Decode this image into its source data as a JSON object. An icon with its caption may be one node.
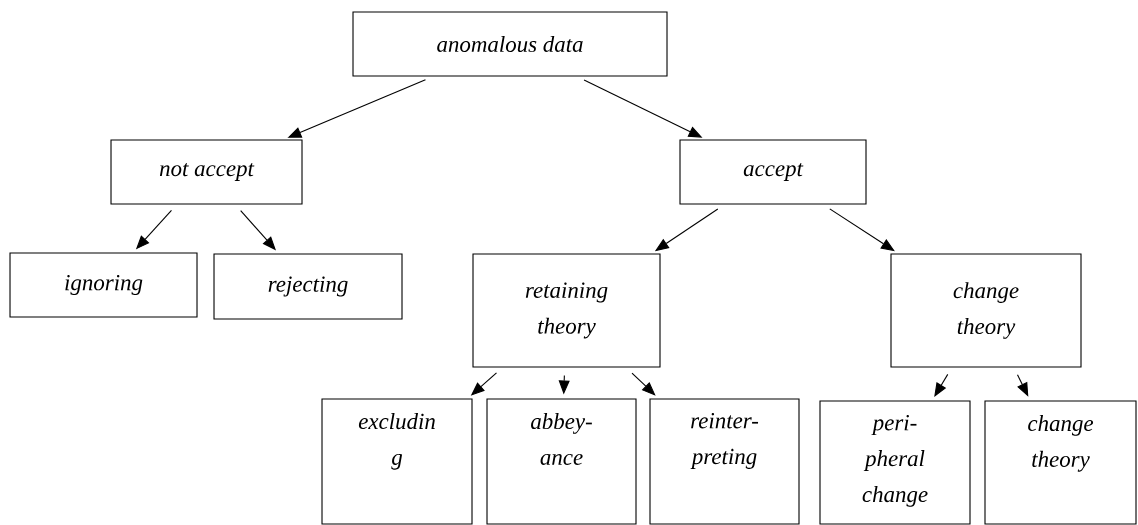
{
  "diagram": {
    "nodes": [
      {
        "text": [
          "anomalous data"
        ]
      },
      {
        "text": [
          "not accept"
        ]
      },
      {
        "text": [
          "accept"
        ]
      },
      {
        "text": [
          "ignoring"
        ]
      },
      {
        "text": [
          "rejecting"
        ]
      },
      {
        "text": [
          "retaining theory"
        ]
      },
      {
        "text": [
          "change theory"
        ]
      },
      {
        "text": [
          "excludin g"
        ]
      },
      {
        "text": [
          "abbey- ance"
        ]
      },
      {
        "text": [
          "reinter- preting"
        ]
      },
      {
        "text": [
          "peri- pheral change"
        ]
      },
      {
        "text": [
          "change theory"
        ]
      }
    ],
    "edges": [
      {
        "from": 0,
        "to": 1,
        "arrow": "to"
      },
      {
        "from": 0,
        "to": 2,
        "arrow": "to"
      },
      {
        "from": 1,
        "to": 3,
        "arrow": "to"
      },
      {
        "from": 1,
        "to": 4,
        "arrow": "to"
      },
      {
        "from": 2,
        "to": 5,
        "arrow": "to"
      },
      {
        "from": 2,
        "to": 6,
        "arrow": "to"
      },
      {
        "from": 5,
        "to": 7,
        "arrow": "to"
      },
      {
        "from": 5,
        "to": 8,
        "arrow": "to"
      },
      {
        "from": 5,
        "to": 9,
        "arrow": "to"
      },
      {
        "from": 6,
        "to": 10,
        "arrow": "to"
      },
      {
        "from": 6,
        "to": 11,
        "arrow": "to"
      }
    ]
  }
}
